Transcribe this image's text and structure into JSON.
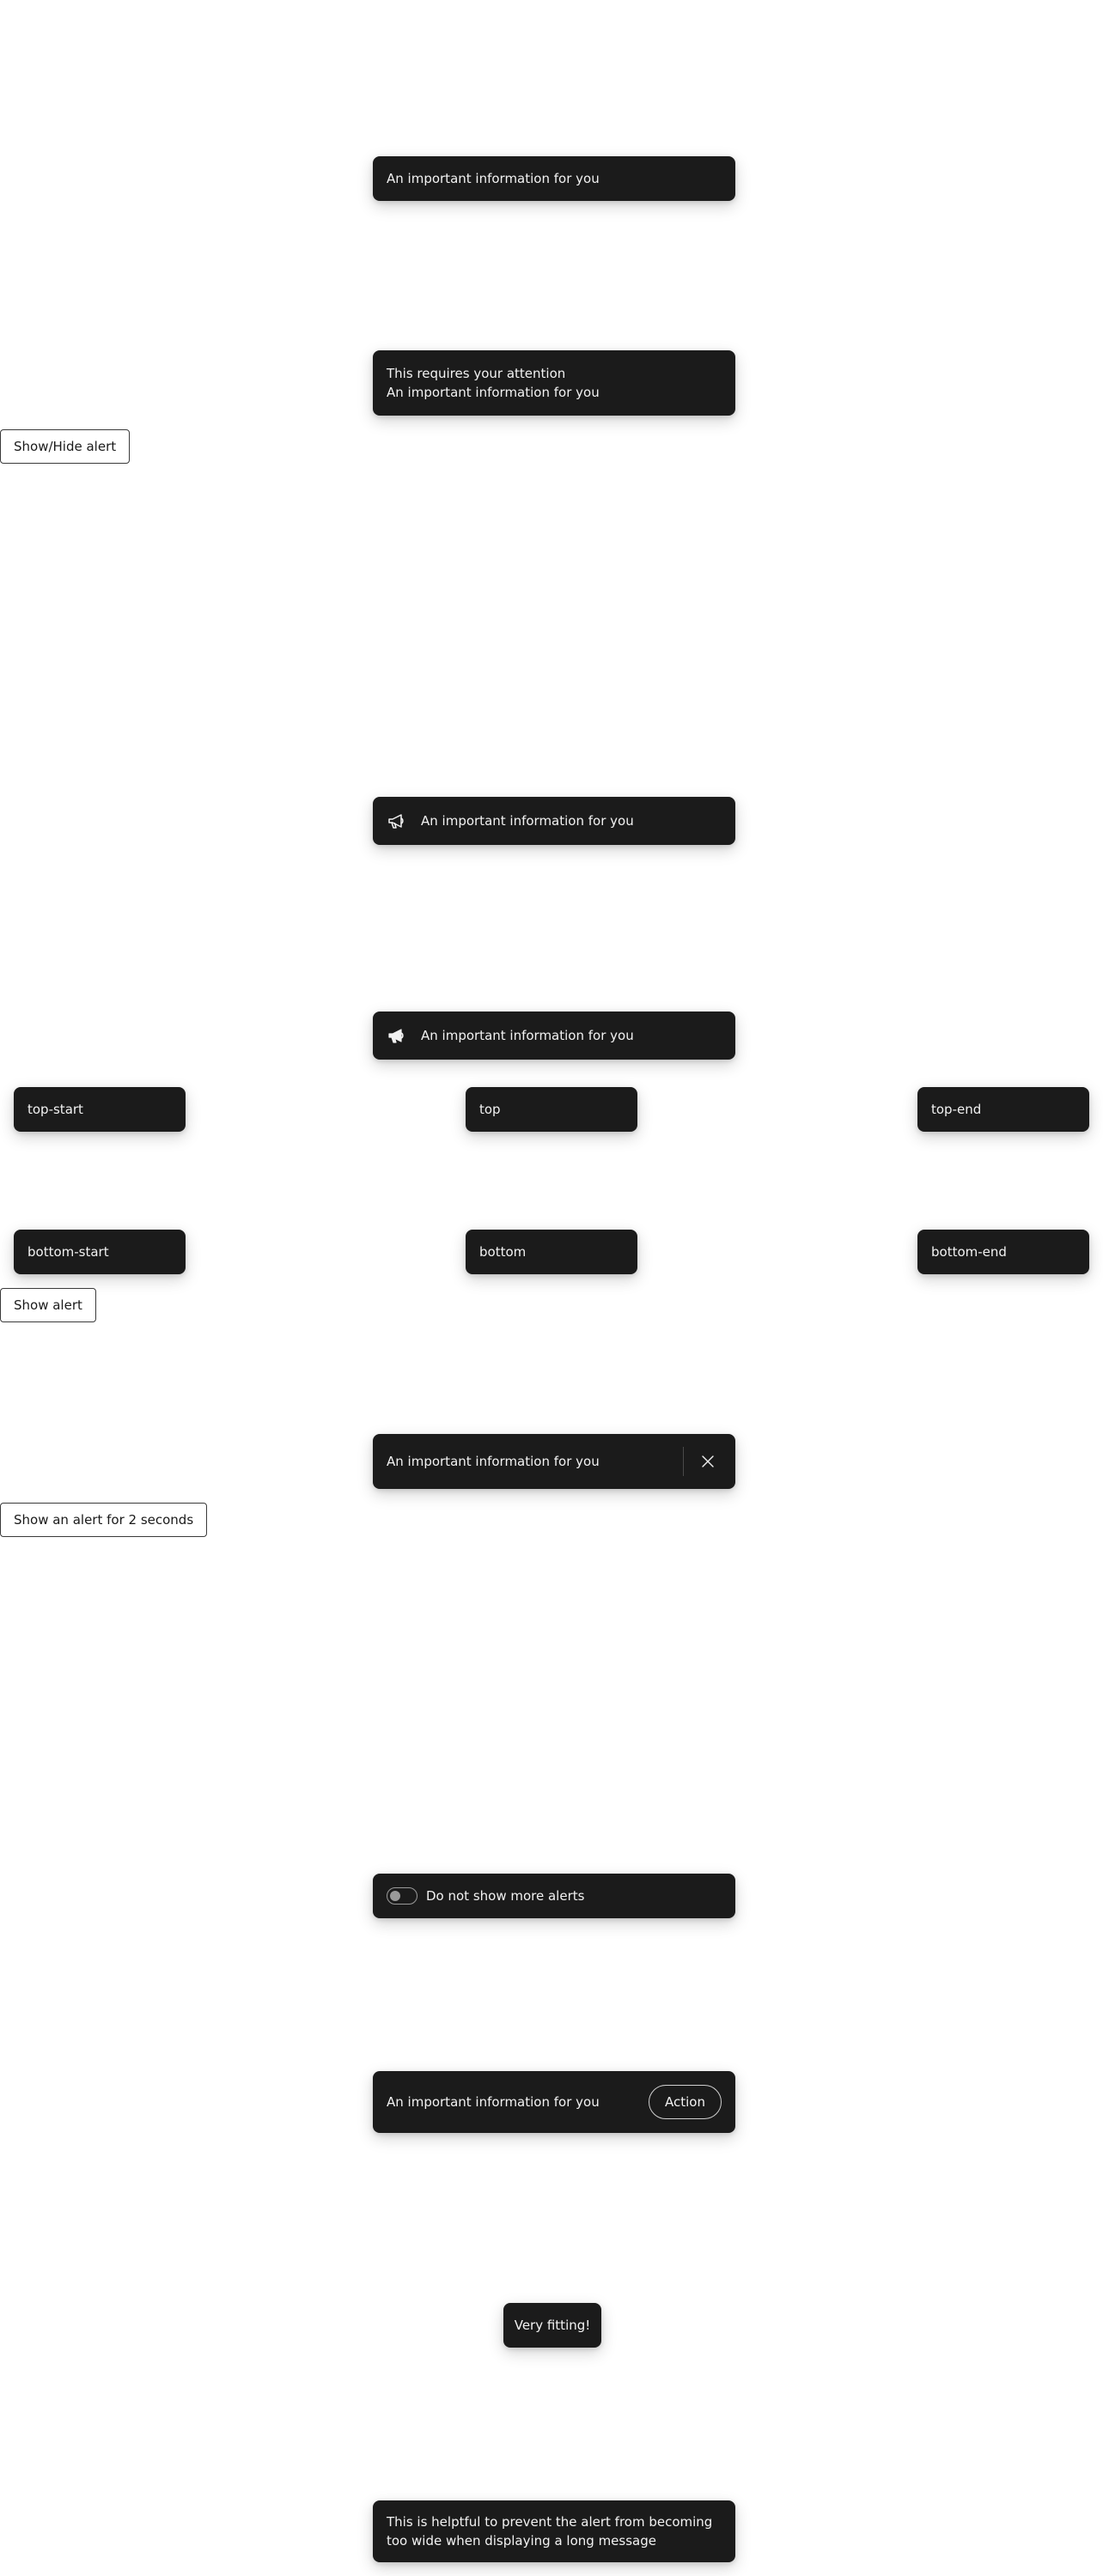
{
  "alerts": {
    "basic": "An important information for you",
    "titled": {
      "title": "This requires your attention",
      "message": "An important information for you"
    },
    "icon_outline": "An important information for you",
    "icon_filled": "An important information for you",
    "closable": "An important information for you",
    "toggle_label": "Do not show more alerts",
    "with_action": {
      "message": "An important information for you",
      "action_label": "Action"
    },
    "fitting": "Very fitting!",
    "long_message": "This is helptful to prevent the alert from becoming too wide when displaying a long message"
  },
  "positions": {
    "top_start": "top-start",
    "top": "top",
    "top_end": "top-end",
    "bottom_start": "bottom-start",
    "bottom": "bottom",
    "bottom_end": "bottom-end"
  },
  "buttons": {
    "show_hide": "Show/Hide alert",
    "show_alert": "Show alert",
    "show_timed": "Show an alert for 2 seconds"
  },
  "icons": {
    "megaphone_outline": "megaphone-outline-icon",
    "megaphone_filled": "megaphone-filled-icon",
    "close": "close-icon"
  },
  "colors": {
    "alert_bg": "#1b1b1b",
    "alert_text": "#f2f2f2",
    "page_bg": "#ffffff"
  }
}
